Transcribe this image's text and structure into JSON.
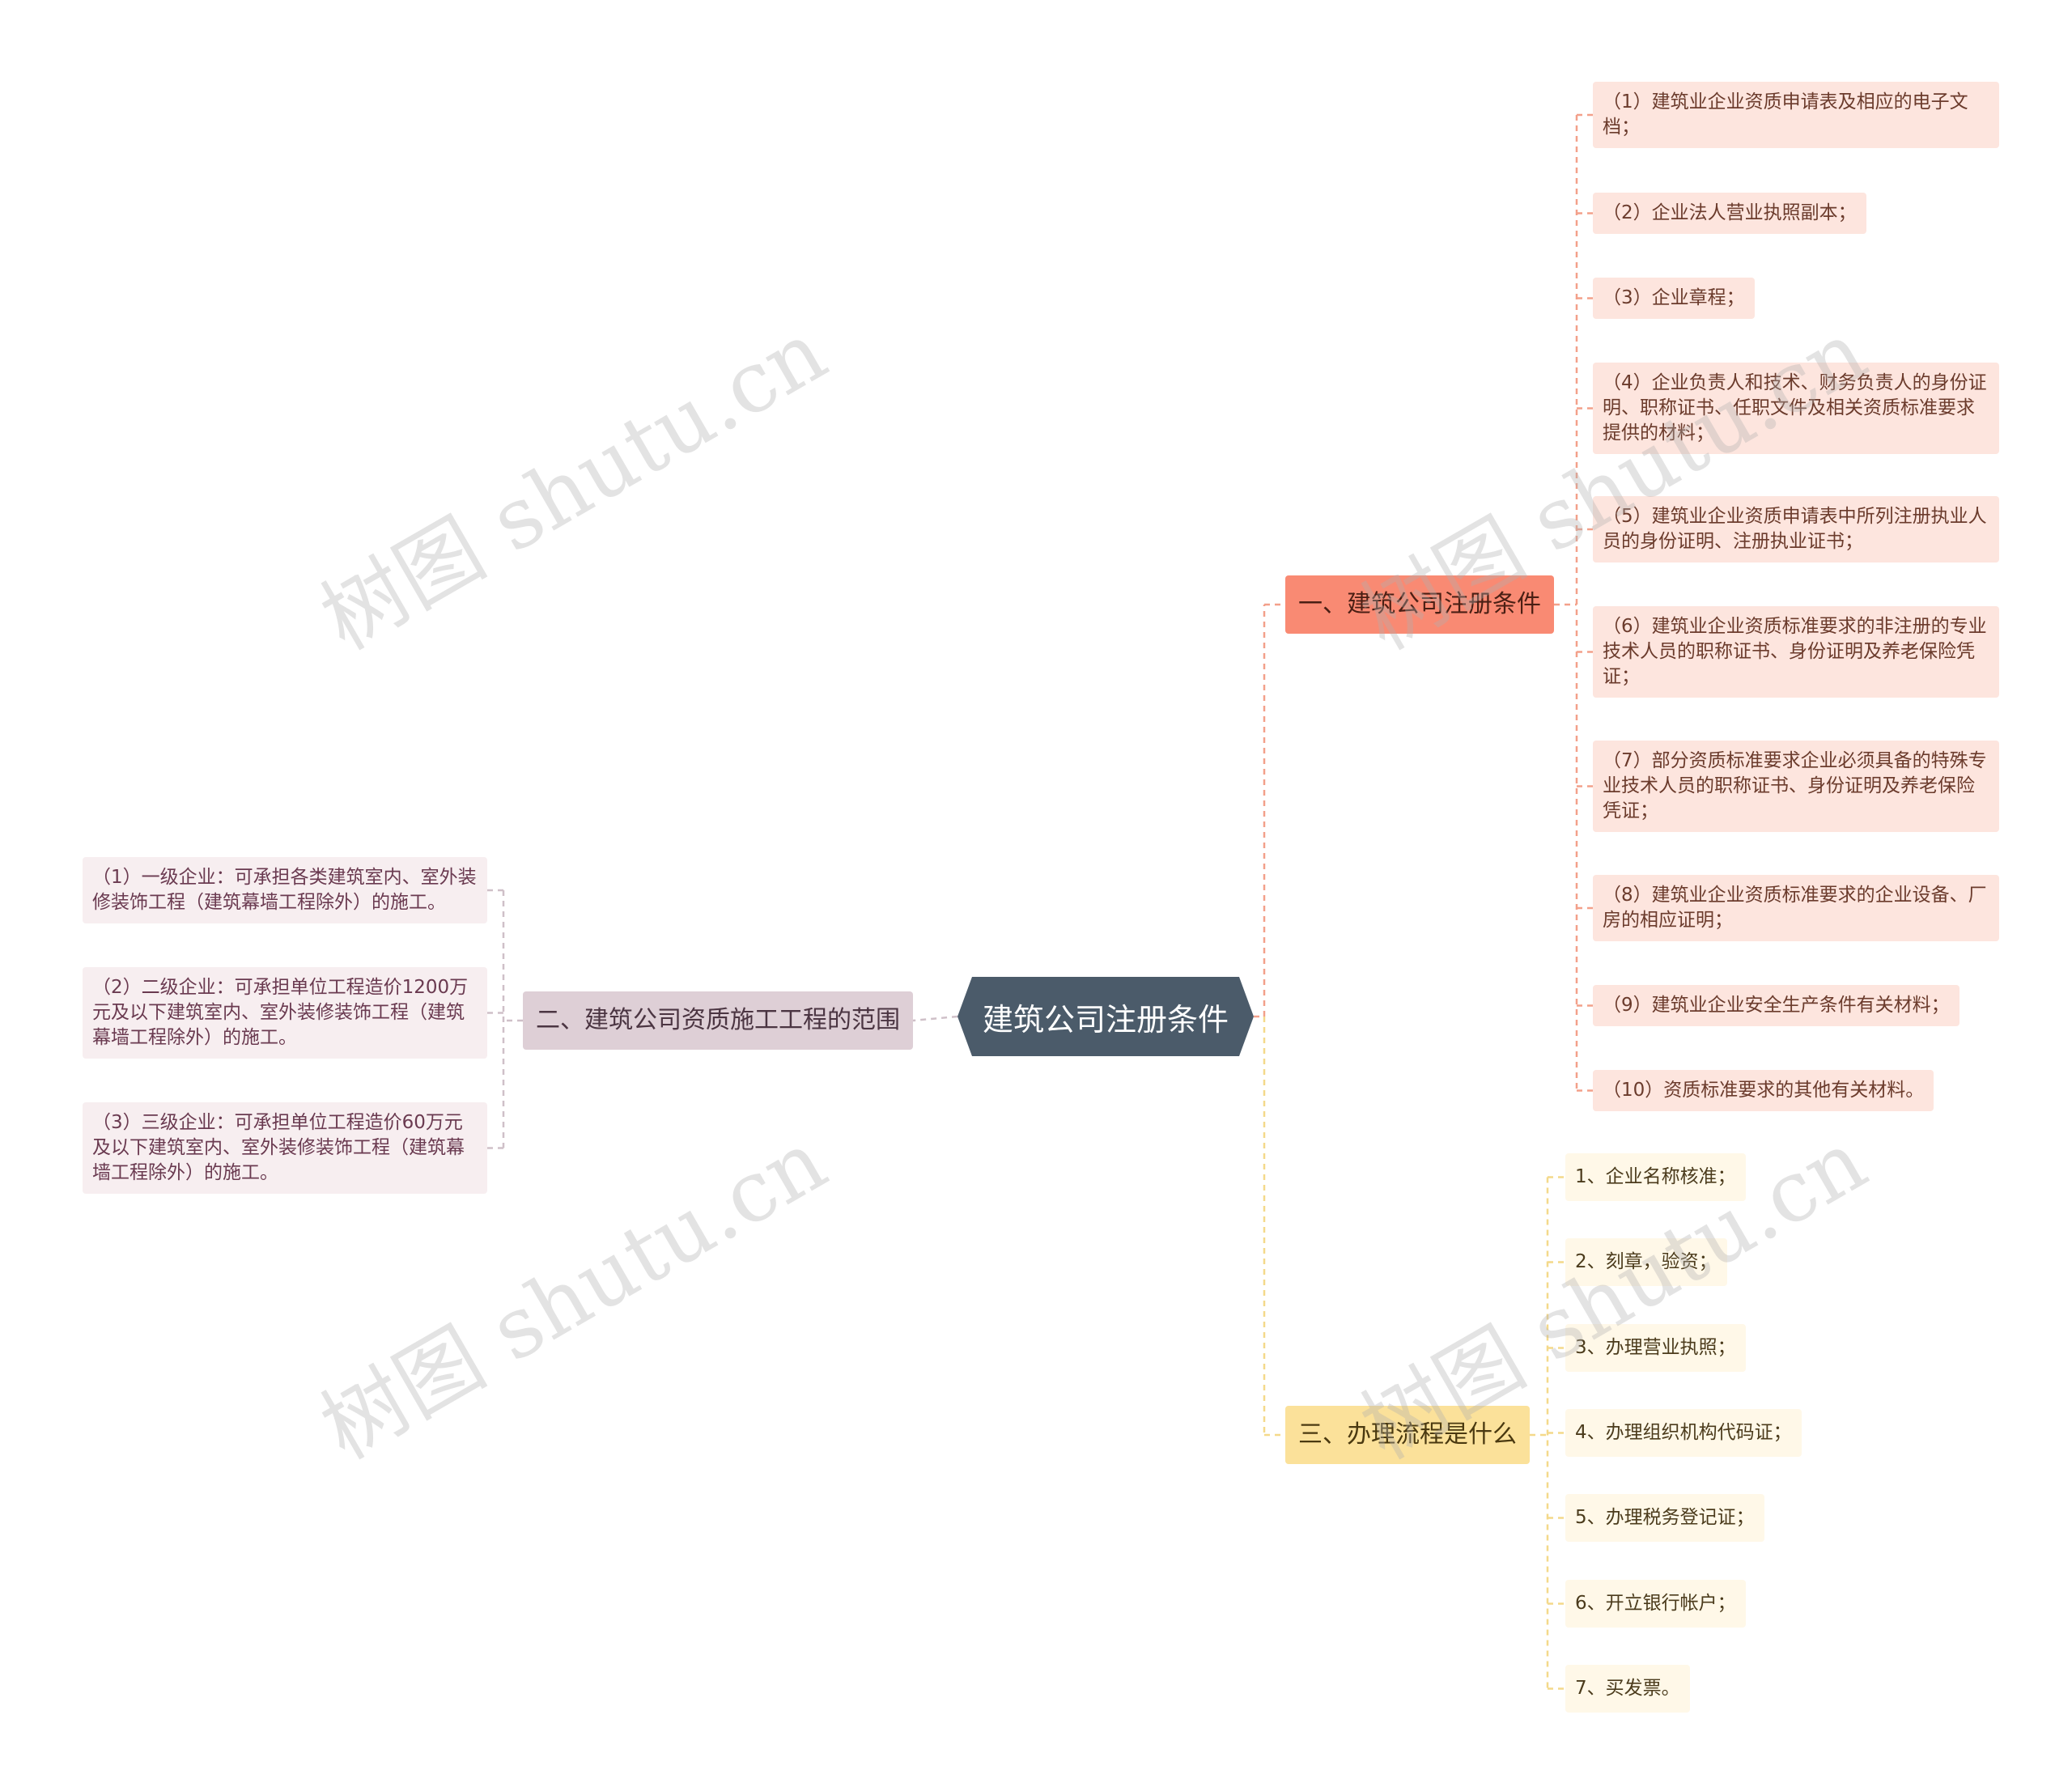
{
  "root": {
    "label": "建筑公司注册条件"
  },
  "branches": {
    "b1": {
      "label": "一、建筑公司注册条件",
      "color": "#f98a73",
      "items": [
        "（1）建筑业企业资质申请表及相应的电子文档；",
        "（2）企业法人营业执照副本；",
        "（3）企业章程；",
        "（4）企业负责人和技术、财务负责人的身份证明、职称证书、任职文件及相关资质标准要求提供的材料；",
        "（5）建筑业企业资质申请表中所列注册执业人员的身份证明、注册执业证书；",
        "（6）建筑业企业资质标准要求的非注册的专业技术人员的职称证书、身份证明及养老保险凭证；",
        "（7）部分资质标准要求企业必须具备的特殊专业技术人员的职称证书、身份证明及养老保险凭证；",
        "（8）建筑业企业资质标准要求的企业设备、厂房的相应证明；",
        "（9）建筑业企业安全生产条件有关材料；",
        "（10）资质标准要求的其他有关材料。"
      ]
    },
    "b2": {
      "label": "二、建筑公司资质施工工程的范围",
      "color": "#decfd6",
      "items": [
        "（1）一级企业：可承担各类建筑室内、室外装修装饰工程（建筑幕墙工程除外）的施工。",
        "（2）二级企业：可承担单位工程造价1200万元及以下建筑室内、室外装修装饰工程（建筑幕墙工程除外）的施工。",
        "（3）三级企业：可承担单位工程造价60万元及以下建筑室内、室外装修装饰工程（建筑幕墙工程除外）的施工。"
      ]
    },
    "b3": {
      "label": "三、办理流程是什么",
      "color": "#fbe19a",
      "items": [
        "1、企业名称核准；",
        "2、刻章，验资；",
        "3、办理营业执照；",
        "4、办理组织机构代码证；",
        "5、办理税务登记证；",
        "6、开立银行帐户；",
        "7、买发票。"
      ]
    }
  },
  "watermark": "树图 shutu.cn",
  "colors": {
    "root": "#4b5b6a",
    "link_b1": "#f3a08a",
    "link_b2": "#cfc0c8",
    "link_b3": "#f4d98a"
  }
}
